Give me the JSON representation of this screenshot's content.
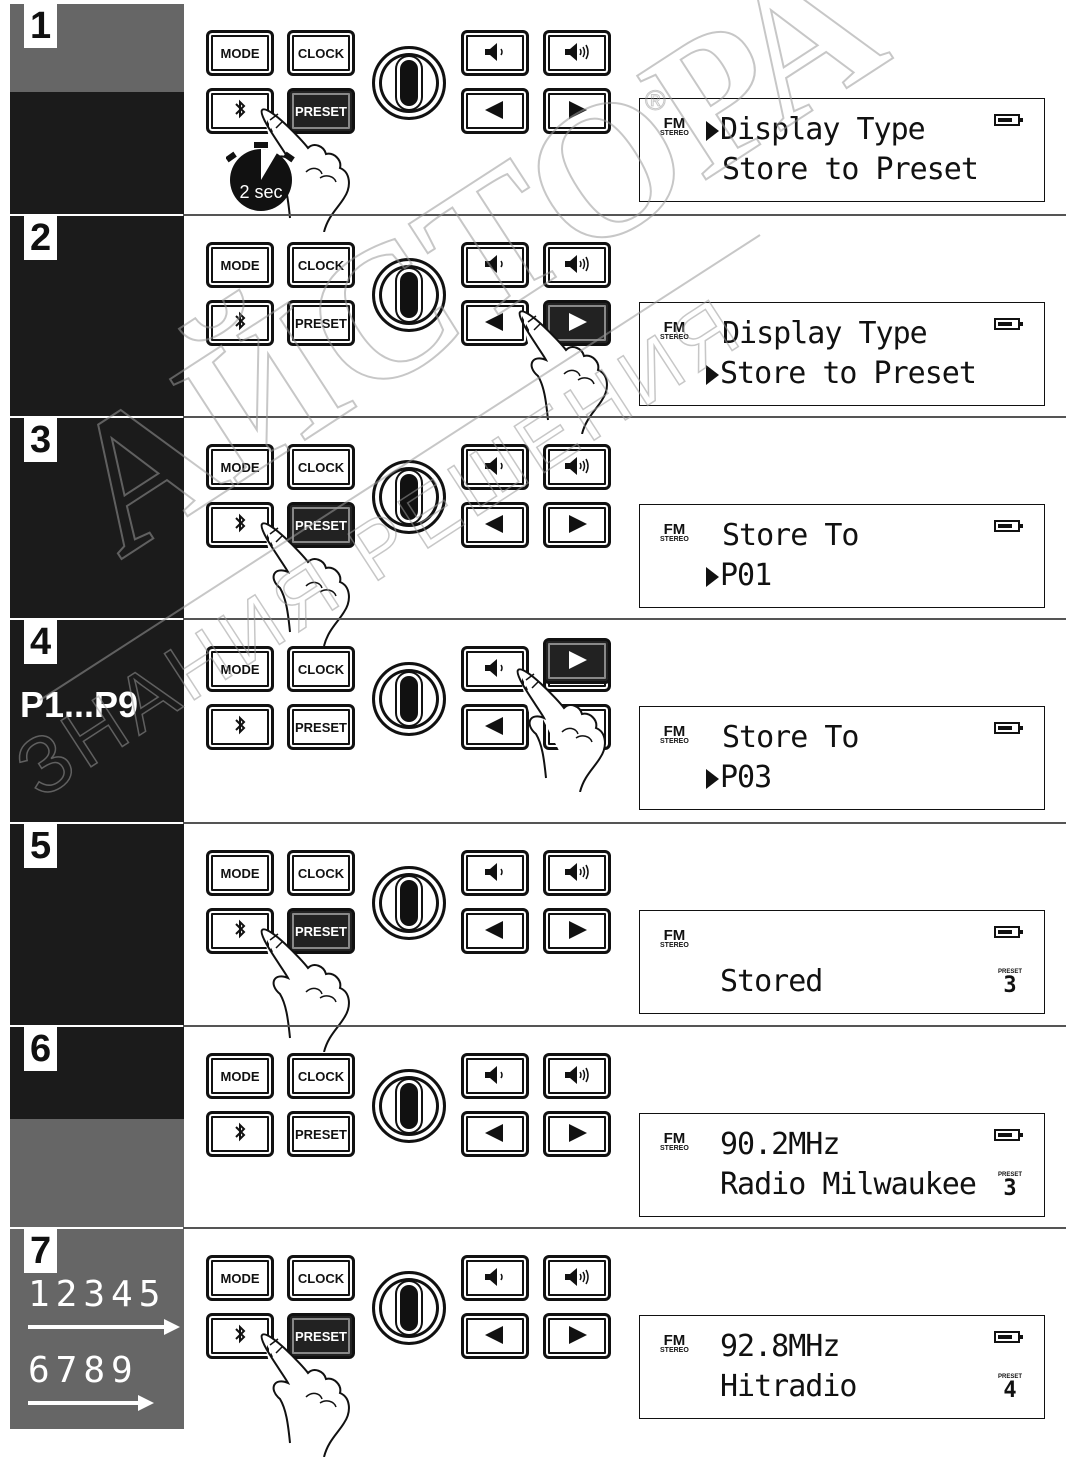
{
  "buttons": {
    "mode": "MODE",
    "clock": "CLOCK",
    "preset": "PRESET"
  },
  "icons": {
    "bluetooth": "bluetooth-icon",
    "vol_down": "volume-down-icon",
    "vol_up": "volume-up-icon",
    "left": "left-arrow-icon",
    "right": "right-arrow-icon",
    "knob": "rotary-knob-icon",
    "hand": "pointing-hand-icon",
    "timer": "stopwatch-icon",
    "battery": "battery-icon"
  },
  "display_common": {
    "fm": "FM",
    "stereo": "STEREO",
    "preset_label": "PRESET"
  },
  "timer_label": "2 sec",
  "watermark": {
    "brand": "АЙСТОРА",
    "sub": "ЗНАНИЯ РЕШЕНИЯ",
    "reg": "®"
  },
  "steps": [
    {
      "num": "1",
      "side_label": "",
      "pressed": "preset",
      "line1": "Display Type",
      "line2": "Store to Preset",
      "cursor_line": 1,
      "preset_num": ""
    },
    {
      "num": "2",
      "side_label": "",
      "pressed": "right",
      "line1": "Display Type",
      "line2": "Store to Preset",
      "cursor_line": 2,
      "preset_num": ""
    },
    {
      "num": "3",
      "side_label": "",
      "pressed": "preset",
      "line1": "Store To",
      "line2": "P01",
      "cursor_line": 2,
      "preset_num": ""
    },
    {
      "num": "4",
      "side_label": "P1...P9",
      "pressed": "right",
      "line1": "Store To",
      "line2": "P03",
      "cursor_line": 2,
      "preset_num": ""
    },
    {
      "num": "5",
      "side_label": "",
      "pressed": "preset",
      "line1": "",
      "line2": "Stored",
      "cursor_line": 0,
      "preset_num": "3"
    },
    {
      "num": "6",
      "side_label": "",
      "pressed": "",
      "line1": "90.2MHz",
      "line2": "Radio Milwaukee",
      "cursor_line": 0,
      "preset_num": "3"
    },
    {
      "num": "7",
      "side_label": "",
      "pressed": "preset",
      "line1": "92.8MHz",
      "line2": "Hitradio",
      "cursor_line": 0,
      "preset_num": "4",
      "seq1": "12345",
      "seq2": "6789"
    }
  ]
}
